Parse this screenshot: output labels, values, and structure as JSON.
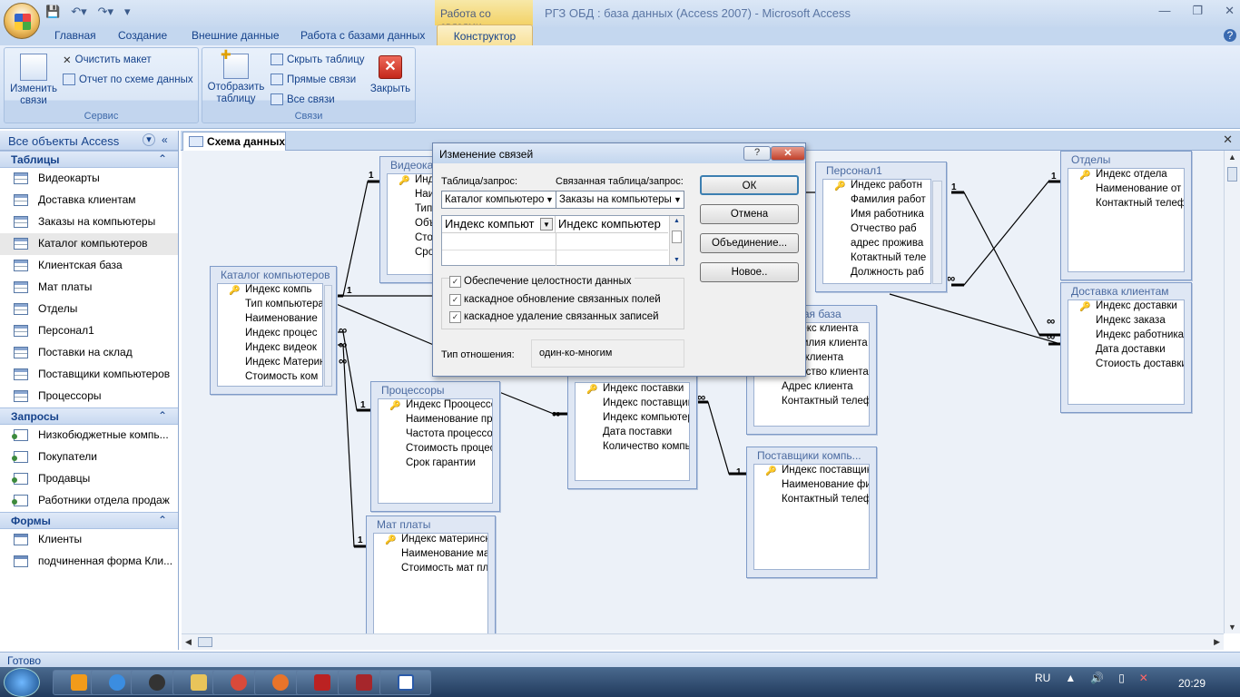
{
  "window": {
    "title": "РГЗ ОБД : база данных (Access 2007) - Microsoft Access",
    "context_tab_title": "Работа со связями"
  },
  "tabs": [
    "Главная",
    "Создание",
    "Внешние данные",
    "Работа с базами данных",
    "Конструктор"
  ],
  "ribbon": {
    "service": {
      "label": "Сервис",
      "edit_links": "Изменить связи",
      "clear_layout": "Очистить макет",
      "schema_report": "Отчет по схеме данных"
    },
    "links": {
      "label": "Связи",
      "show_table": "Отобразить таблицу",
      "hide_table": "Скрыть таблицу",
      "direct_links": "Прямые связи",
      "all_links": "Все связи",
      "close": "Закрыть"
    }
  },
  "nav": {
    "header": "Все объекты Access",
    "sections": [
      {
        "title": "Таблицы",
        "type": "table",
        "items": [
          "Видеокарты",
          "Доставка клиентам",
          "Заказы на компьютеры",
          "Каталог компьютеров",
          "Клиентская база",
          "Мат платы",
          "Отделы",
          "Персонал1",
          "Поставки на склад",
          "Поставщики компьютеров",
          "Процессоры"
        ]
      },
      {
        "title": "Запросы",
        "type": "query",
        "items": [
          "Низкобюджетные компь...",
          "Покупатели",
          "Продавцы",
          "Работники отдела продаж"
        ]
      },
      {
        "title": "Формы",
        "type": "form",
        "items": [
          "Клиенты",
          "подчиненная форма Кли..."
        ]
      }
    ],
    "selected": "Каталог компьютеров"
  },
  "doc_tab": "Схема данных",
  "tables": {
    "videocards": {
      "title": "Видеокарты",
      "fields": [
        "Индекс",
        "Наим",
        "Тип",
        "Объ",
        "Сто",
        "Сро"
      ]
    },
    "catalog": {
      "title": "Каталог компьютеров",
      "fields": [
        "Индекс компь",
        "Тип компьютера",
        "Наименование",
        "Индекс процес",
        "Индекс видеок",
        "Индекс Материн",
        "Стоимость ком"
      ]
    },
    "processors": {
      "title": "Процессоры",
      "fields": [
        "Индекс Проoцессора",
        "Наименование пр",
        "Частота процессора",
        "Стоимость процес",
        "Срок гарантии"
      ]
    },
    "motherboards": {
      "title": "Мат платы",
      "fields": [
        "Индекс материнск",
        "Наименование ма",
        "Стоимость мат пла"
      ]
    },
    "supplies": {
      "title": "Поставки на склад",
      "fields": [
        "Индекс поставки",
        "Индекс поставщик",
        "Индекс компьютер",
        "Дата поставки",
        "Количество компь"
      ]
    },
    "clients": {
      "title": "Клиентская база",
      "fields": [
        "Индекс клиента",
        "Фамилия клиента",
        "Имя клиента",
        "Отчество клиента",
        "Адрес клиента",
        "Контактный телеф"
      ]
    },
    "suppliers": {
      "title": "Поставщики компь...",
      "fields": [
        "Индекс поставщик",
        "Наименование фи",
        "Контактный телеф"
      ]
    },
    "staff": {
      "title": "Персонал1",
      "fields": [
        "Индекс работн",
        "Фамилия работ",
        "Имя работника",
        "Отчество раб",
        "адрес прожива",
        "Котактный теле",
        "Должность раб"
      ]
    },
    "depts": {
      "title": "Отделы",
      "fields": [
        "Индекс отдела",
        "Наименование от",
        "Контактный телеф"
      ]
    },
    "delivery": {
      "title": "Доставка клиентам",
      "fields": [
        "Индекс доставки",
        "Индекс заказа",
        "Индекс работника",
        "Дата доставки",
        "Стоиость доставки"
      ]
    }
  },
  "dialog": {
    "title": "Изменение связей",
    "help": "?",
    "table_label": "Таблица/запрос:",
    "related_label": "Связанная таблица/запрос:",
    "table_value": "Каталог компьютеро",
    "related_value": "Заказы на компьютеры",
    "field_left": "Индекс компьют",
    "field_right": "Индекс компьютер",
    "ok": "ОК",
    "cancel": "Отмена",
    "join": "Объединение...",
    "new": "Новое..",
    "integrity": "Обеспечение целостности данных",
    "cascade_update": "каскадное обновление связанных полей",
    "cascade_delete": "каскадное удаление связанных записей",
    "relation_type_label": "Тип отношения:",
    "relation_type_value": "один-ко-многим"
  },
  "status": "Готово",
  "tray": {
    "lang": "RU",
    "time": "20:29"
  },
  "colors": {
    "ribbon": "#dbe7f6",
    "context": "#f3d266",
    "canvas": "#ecf1f8"
  }
}
